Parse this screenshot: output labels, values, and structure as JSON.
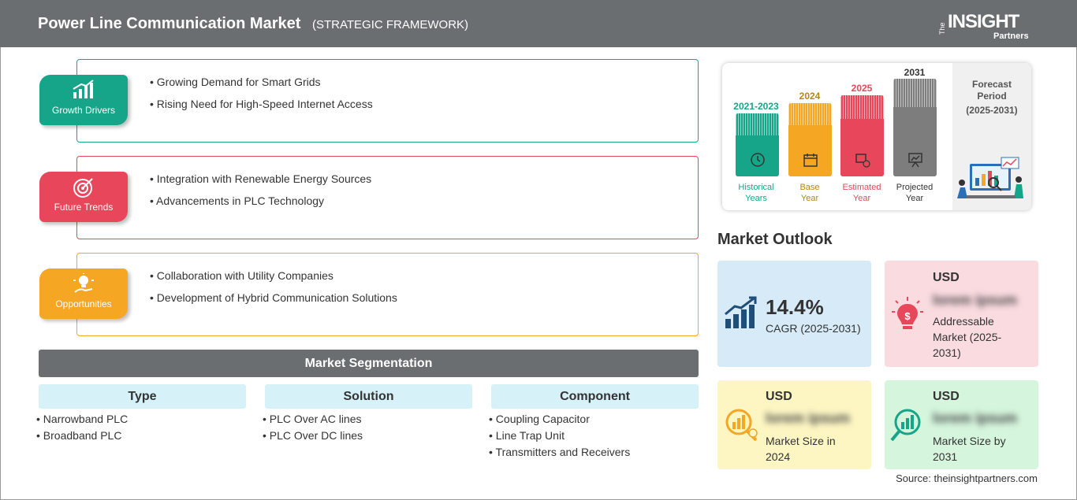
{
  "header": {
    "title": "Power Line Communication Market",
    "subtitle": "(STRATEGIC FRAMEWORK)",
    "logo": {
      "the": "The",
      "main": "INSIGHT",
      "partners": "Partners"
    }
  },
  "framework": {
    "rows": [
      {
        "badge": "Growth Drivers",
        "color": "#17a58a",
        "icon": "growth-chart-icon",
        "bullets": [
          "Growing Demand for Smart Grids",
          "Rising Need for High-Speed Internet Access"
        ]
      },
      {
        "badge": "Future Trends",
        "color": "#e8475b",
        "icon": "target-icon",
        "bullets": [
          "Integration with Renewable Energy Sources",
          "Advancements in PLC Technology"
        ]
      },
      {
        "badge": "Opportunities",
        "color": "#f5a623",
        "icon": "lightbulb-hand-icon",
        "bullets": [
          "Collaboration with Utility Companies",
          "Development of Hybrid Communication Solutions"
        ]
      }
    ]
  },
  "segmentation": {
    "title": "Market Segmentation",
    "columns": [
      {
        "head": "Type",
        "items": [
          "Narrowband PLC",
          "Broadband PLC"
        ]
      },
      {
        "head": "Solution",
        "items": [
          "PLC Over AC lines",
          "PLC Over DC lines"
        ]
      },
      {
        "head": "Component",
        "items": [
          "Coupling Capacitor",
          "Line Trap Unit",
          "Transmitters and Receivers"
        ]
      }
    ]
  },
  "timeline": {
    "bars": [
      {
        "year": "2021-2023",
        "caption1": "Historical",
        "caption2": "Years",
        "color": "#17a58a",
        "icon": "history-icon"
      },
      {
        "year": "2024",
        "caption1": "Base",
        "caption2": "Year",
        "color": "#f5a623",
        "icon": "calendar-icon"
      },
      {
        "year": "2025",
        "caption1": "Estimated",
        "caption2": "Year",
        "color": "#e8475b",
        "icon": "estimate-icon"
      },
      {
        "year": "2031",
        "caption1": "Projected",
        "caption2": "Year",
        "color": "#7d7d7d",
        "icon": "presentation-icon"
      }
    ],
    "forecast_label": "Forecast Period",
    "forecast_range": "(2025-2031)"
  },
  "outlook": {
    "title": "Market Outlook",
    "cagr": {
      "value": "14.4%",
      "label": "CAGR (2025-2031)"
    },
    "addressable": {
      "currency": "USD",
      "value": "lorem ipsum",
      "label": "Addressable Market (2025-2031)"
    },
    "size_2024": {
      "currency": "USD",
      "value": "lorem ipsum",
      "label": "Market Size in 2024"
    },
    "size_2031": {
      "currency": "USD",
      "value": "lorem ipsum",
      "label": "Market Size by 2031"
    }
  },
  "source": "Source: theinsightpartners.com"
}
